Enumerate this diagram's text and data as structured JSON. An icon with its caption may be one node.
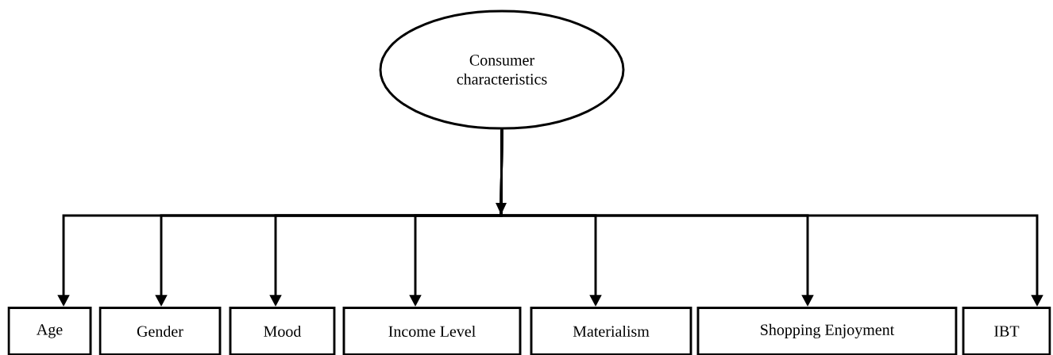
{
  "diagram": {
    "nodes": [
      {
        "text": [
          "Consumer characteristics"
        ]
      },
      {
        "text": [
          "Age"
        ]
      },
      {
        "text": [
          "Gender"
        ]
      },
      {
        "text": [
          "Mood"
        ]
      },
      {
        "text": [
          "Income Level"
        ]
      },
      {
        "text": [
          "Materialism"
        ]
      },
      {
        "text": [
          "Shopping Enjoyment"
        ]
      },
      {
        "text": [
          "IBT"
        ]
      }
    ],
    "edges": [
      {
        "from": 0,
        "to": 1,
        "arrow": "to"
      },
      {
        "from": 0,
        "to": 2,
        "arrow": "to"
      },
      {
        "from": 0,
        "to": 3,
        "arrow": "to"
      },
      {
        "from": 0,
        "to": 4,
        "arrow": "to"
      },
      {
        "from": 0,
        "to": 5,
        "arrow": "to"
      },
      {
        "from": 0,
        "to": 6,
        "arrow": "to"
      },
      {
        "from": 0,
        "to": 7,
        "arrow": "to"
      }
    ]
  }
}
